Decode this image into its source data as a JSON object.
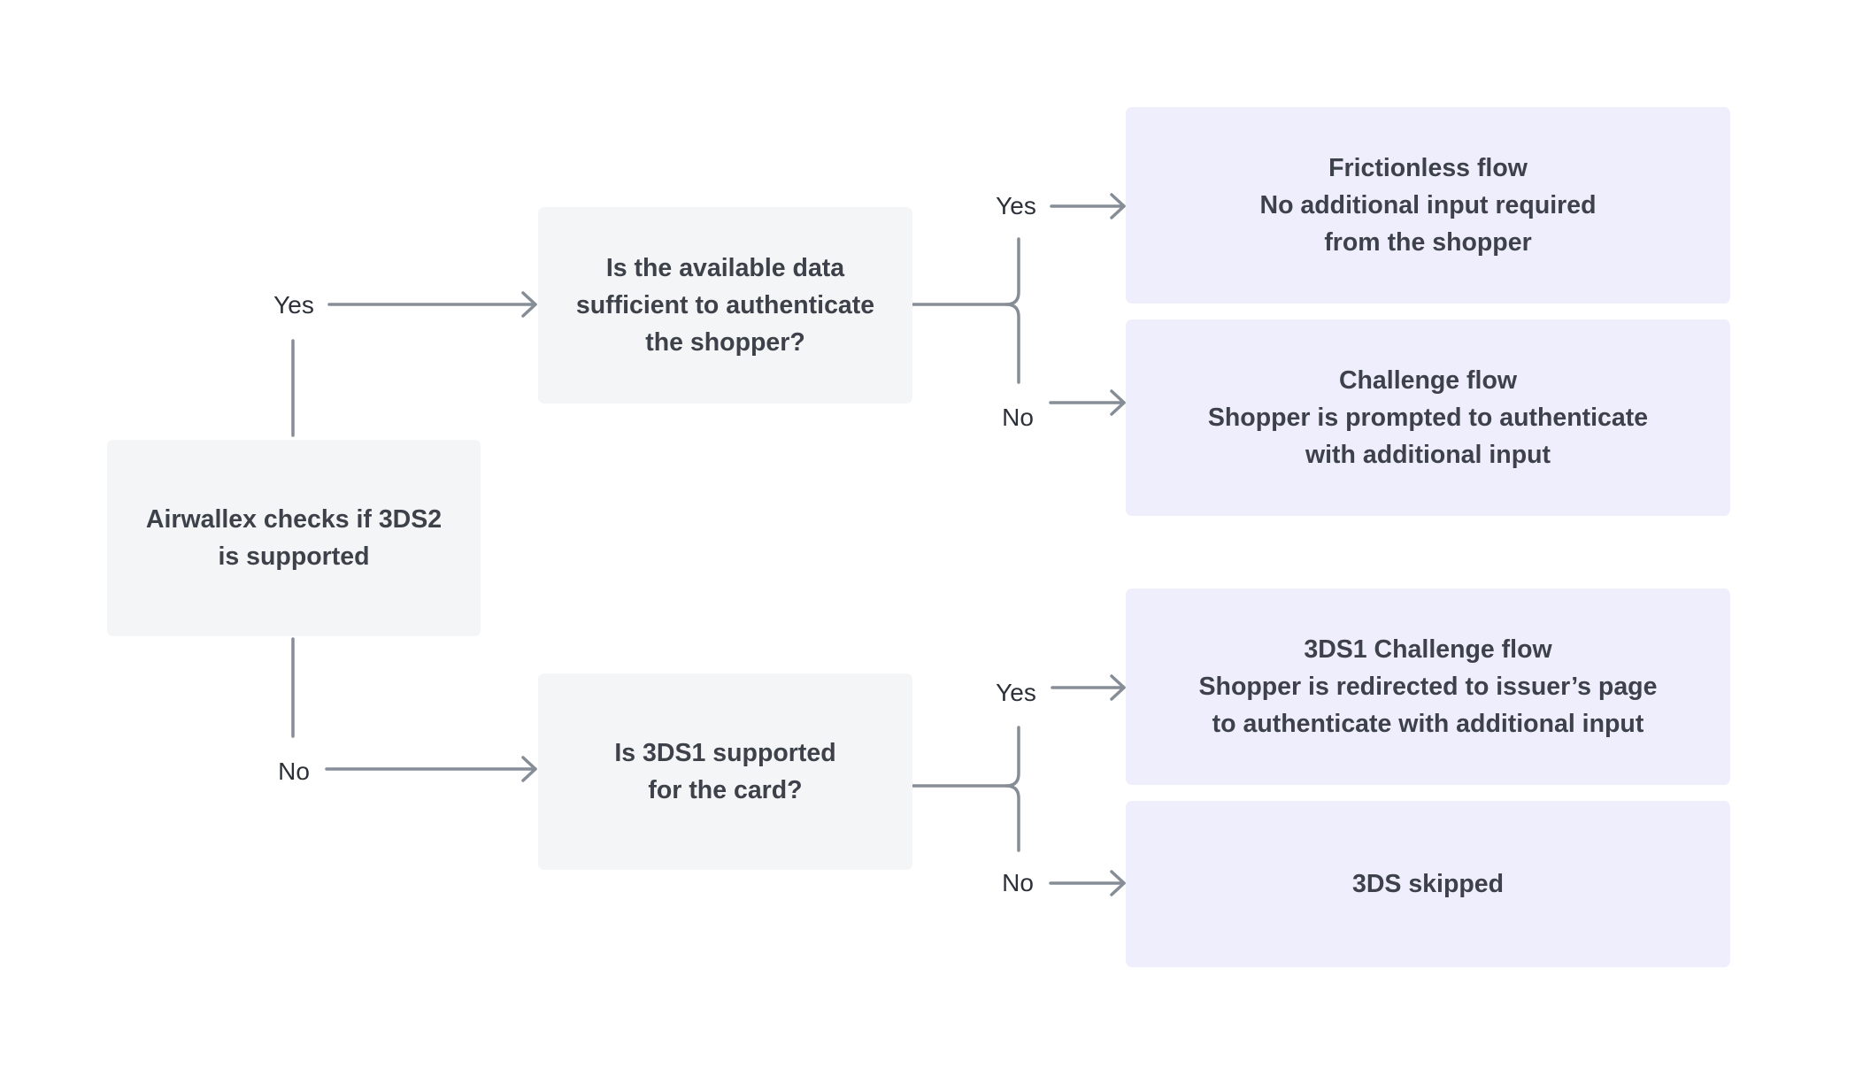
{
  "nodes": {
    "start": {
      "lines": [
        "Airwallex checks if 3DS2",
        "is supported"
      ]
    },
    "q_data": {
      "lines": [
        "Is the available data",
        "sufficient to authenticate",
        "the shopper?"
      ]
    },
    "q_3ds1": {
      "lines": [
        "Is 3DS1 supported",
        "for the card?"
      ]
    },
    "frictionless": {
      "lines": [
        "Frictionless flow",
        "No additional input required",
        "from the shopper"
      ]
    },
    "challenge": {
      "lines": [
        "Challenge flow",
        "Shopper is prompted to authenticate",
        "with additional input"
      ]
    },
    "challenge_3ds1": {
      "lines": [
        "3DS1 Challenge flow",
        "Shopper is redirected to issuer’s page",
        "to authenticate with additional input"
      ]
    },
    "skipped": {
      "lines": [
        "3DS skipped"
      ]
    }
  },
  "labels": {
    "start_yes": "Yes",
    "start_no": "No",
    "data_yes": "Yes",
    "data_no": "No",
    "s1_yes": "Yes",
    "s1_no": "No"
  },
  "colors": {
    "connector": "#868d97",
    "decision_fill": "#f4f5f7",
    "outcome_fill": "#efeefd",
    "text": "#3d4149"
  }
}
